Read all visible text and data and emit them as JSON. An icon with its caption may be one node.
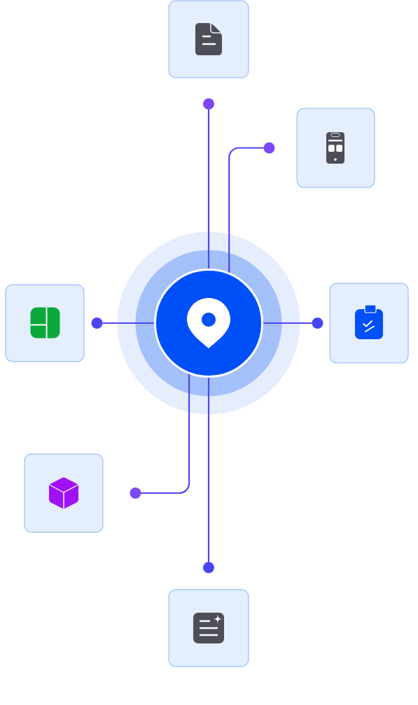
{
  "diagram": {
    "nodes": [
      {
        "text": [],
        "shape": "circle"
      },
      {
        "text": [],
        "shape": "box"
      },
      {
        "text": [],
        "shape": "box"
      },
      {
        "text": [],
        "shape": "box"
      },
      {
        "text": [],
        "shape": "box"
      },
      {
        "text": [],
        "shape": "box"
      },
      {
        "text": [],
        "shape": "box"
      }
    ],
    "edges": [
      {
        "from": 0,
        "to": 1,
        "arrow": "other"
      },
      {
        "from": 0,
        "to": 2,
        "arrow": "other"
      },
      {
        "from": 0,
        "to": 3,
        "arrow": "other"
      },
      {
        "from": 0,
        "to": 4,
        "arrow": "other"
      },
      {
        "from": 0,
        "to": 5,
        "arrow": "other"
      },
      {
        "from": 0,
        "to": 6,
        "arrow": "other"
      }
    ]
  }
}
